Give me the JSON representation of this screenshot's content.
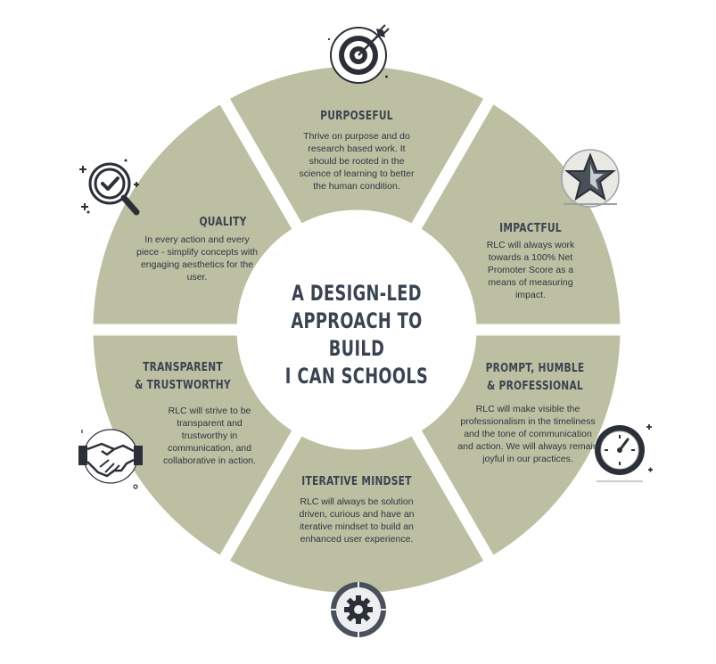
{
  "center": {
    "line1": "A DESIGN-LED",
    "line2": "APPROACH TO BUILD",
    "line3": "I CAN SCHOOLS"
  },
  "segments": [
    {
      "title": "PURPOSEFUL",
      "description": "Thrive on purpose and do research based work. It should be rooted in the science of learning to better the human condition.",
      "icon": "target-icon"
    },
    {
      "title": "IMPACTFUL",
      "description": "RLC will always work towards  a 100% Net Promoter Score as a means of measuring impact.",
      "icon": "star-icon"
    },
    {
      "title_line1": "PROMPT, HUMBLE",
      "title_line2": "& PROFESSIONAL",
      "description": "RLC will make visible the professionalism in the timeliness and the tone of communication and action. We will always remain joyful in our practices.",
      "icon": "gauge-icon"
    },
    {
      "title": "ITERATIVE MINDSET",
      "description": "RLC will always be solution driven, curious and have an iterative mindset to build an enhanced user experience.",
      "icon": "gear-icon"
    },
    {
      "title_line1": "TRANSPARENT",
      "title_line2": "& TRUSTWORTHY",
      "description": "RLC will strive to be transparent and trustworthy in communication, and collaborative in action.",
      "icon": "handshake-icon"
    },
    {
      "title": "QUALITY",
      "description": "In every action and every piece -  simplify concepts with engaging aesthetics for the user.",
      "icon": "magnifier-check-icon"
    }
  ],
  "colors": {
    "segment": "#bdbfa2",
    "center": "#ffffff",
    "text": "#3a4350",
    "icon_dark": "#2b3038"
  }
}
